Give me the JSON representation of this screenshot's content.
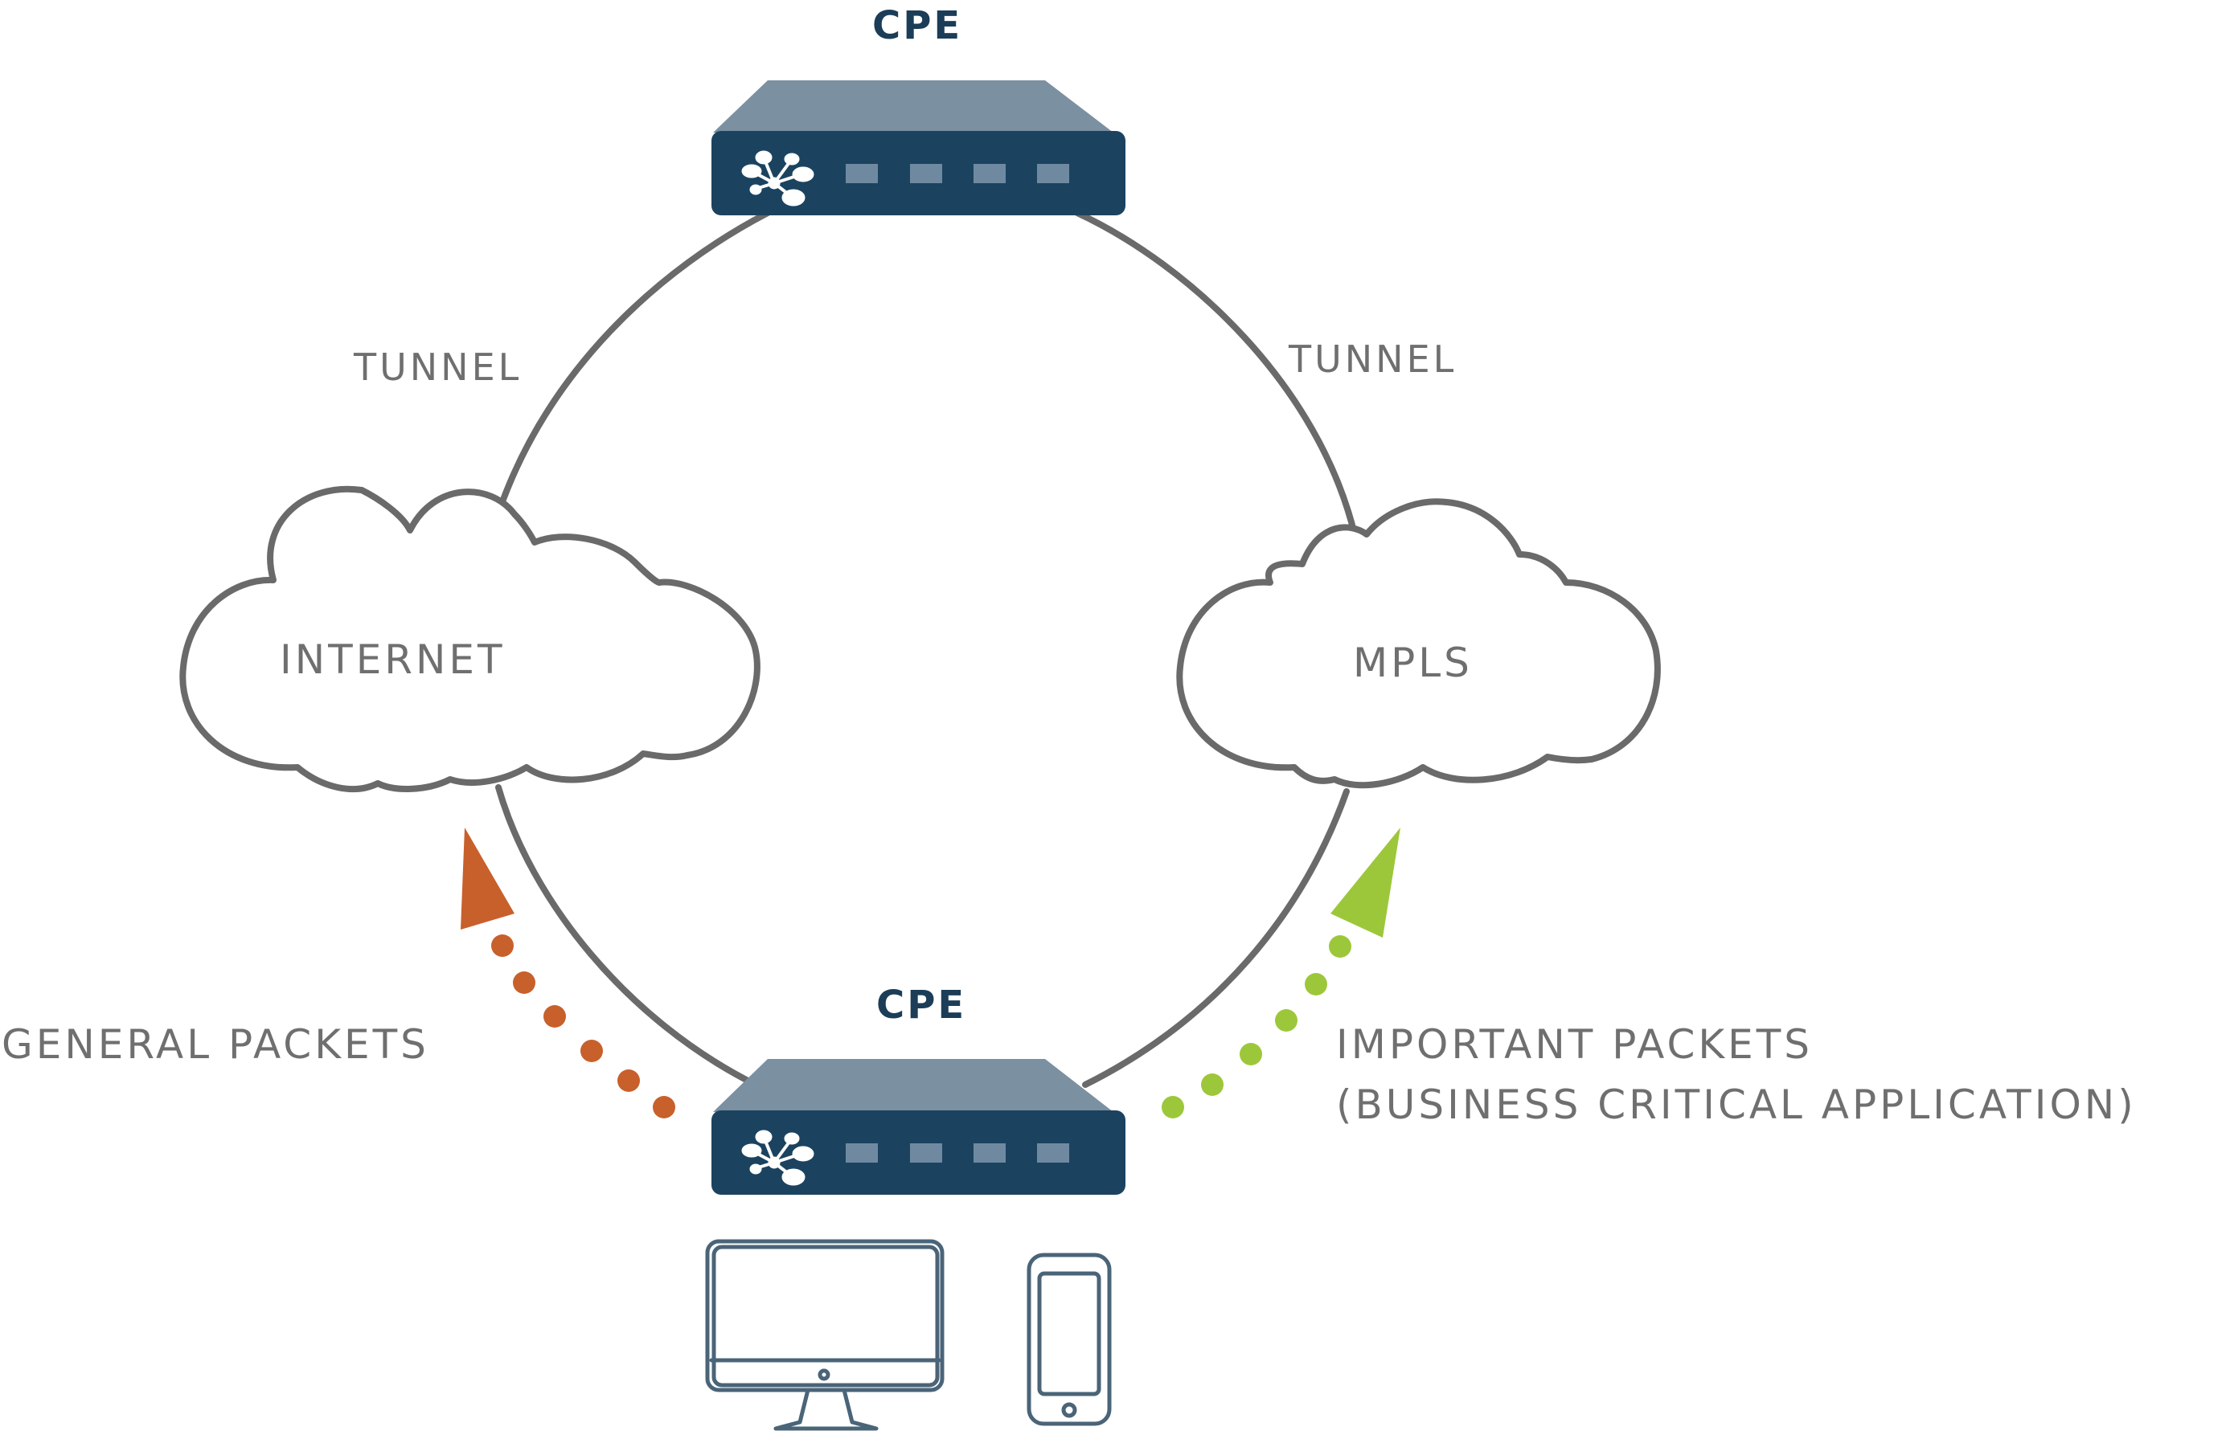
{
  "nodes": {
    "cpe_top": {
      "label": "CPE"
    },
    "cpe_bottom": {
      "label": "CPE"
    },
    "internet_cloud": {
      "label": "INTERNET"
    },
    "mpls_cloud": {
      "label": "MPLS"
    }
  },
  "links": {
    "tunnel_left": {
      "label": "TUNNEL"
    },
    "tunnel_right": {
      "label": "TUNNEL"
    }
  },
  "flows": {
    "general": {
      "label": "GENERAL PACKETS",
      "color": "#c8602c"
    },
    "important": {
      "line1": "IMPORTANT PACKETS",
      "line2": "(BUSINESS CRITICAL APPLICATION)",
      "color": "#9dc73a"
    }
  },
  "colors": {
    "device_body": "#1b4360",
    "device_top": "#7b90a1",
    "device_port": "#6f8aa0",
    "link_gray": "#6a6a6a",
    "text_gray": "#6f6f6f"
  },
  "icons": {
    "cpe_logo": "network-node-icon",
    "desktop": "desktop-monitor-icon",
    "phone": "mobile-phone-icon"
  }
}
